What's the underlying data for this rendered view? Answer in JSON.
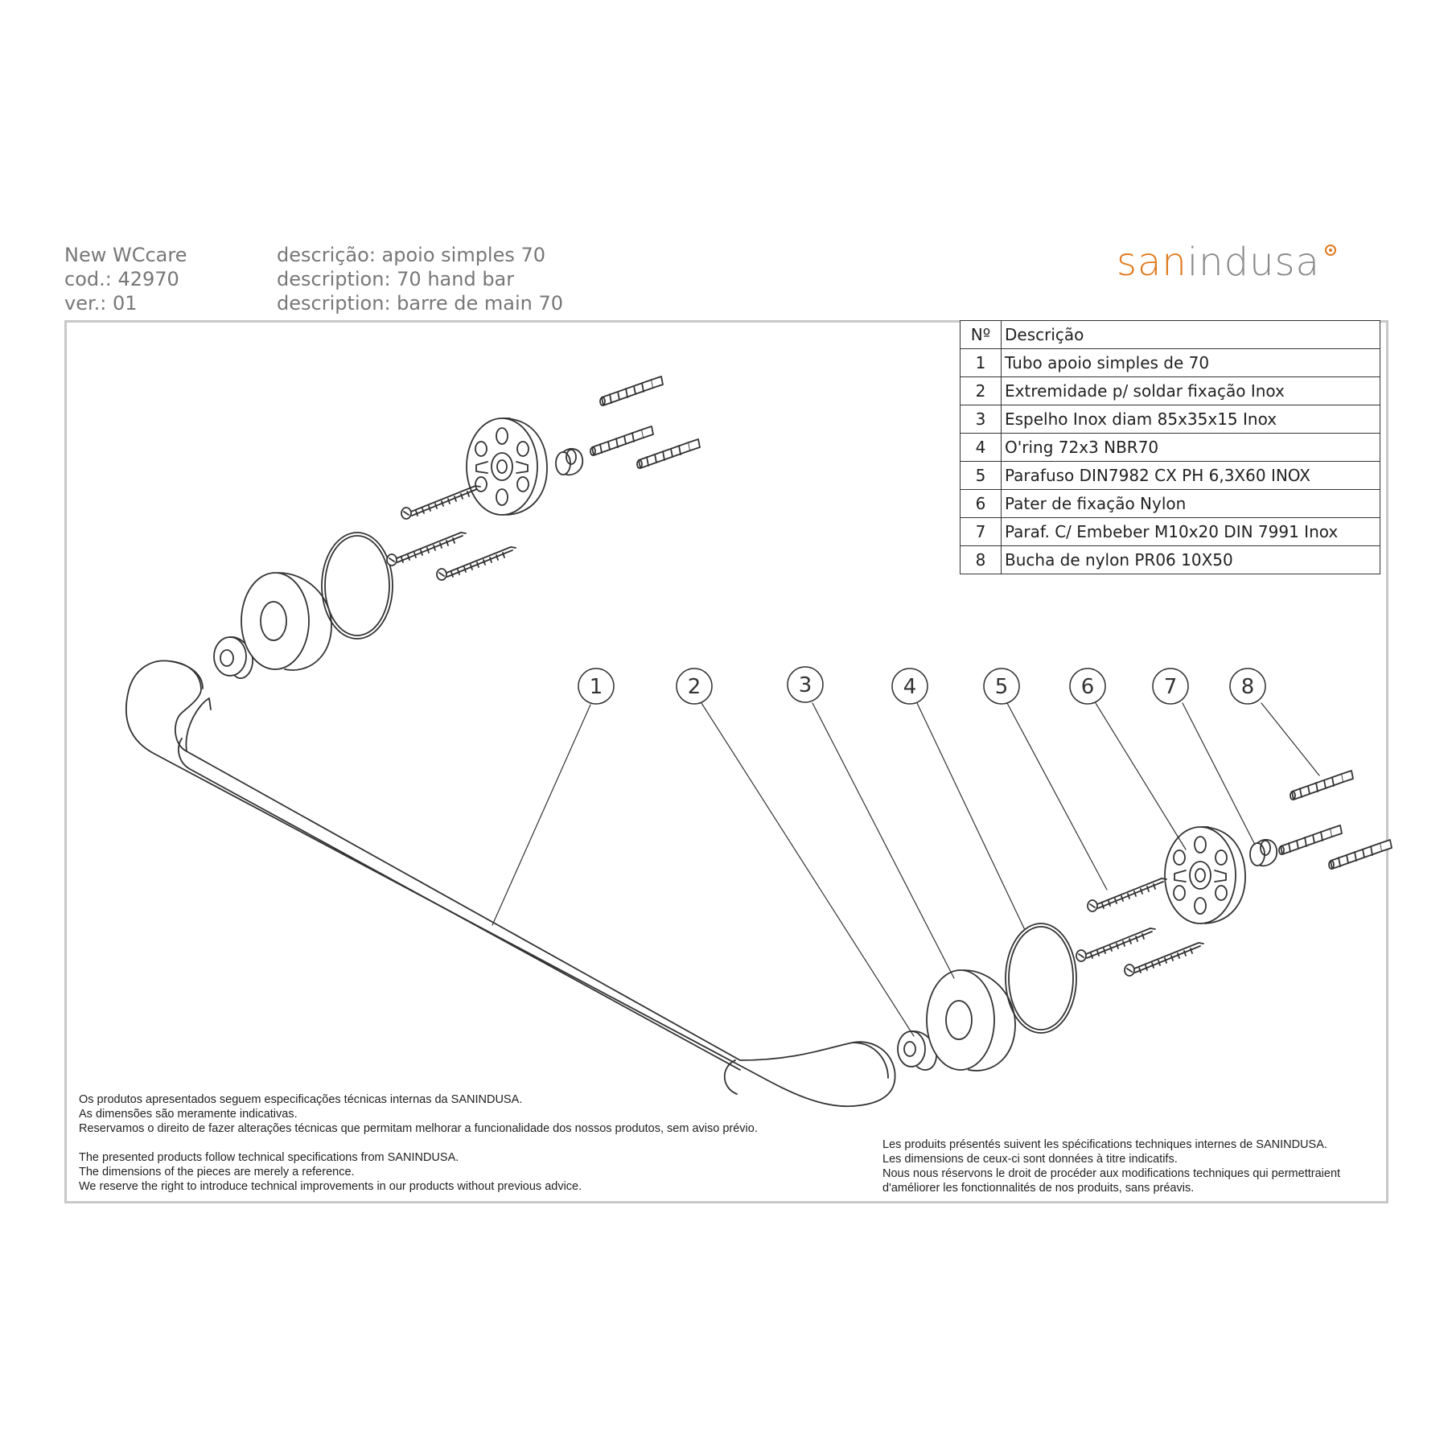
{
  "header": {
    "left": [
      "New WCcare",
      "cod.: 42970",
      "ver.: 01"
    ],
    "description": [
      "descrição: apoio simples 70",
      "description: 70 hand bar",
      "description: barre de main 70"
    ]
  },
  "logo": {
    "part1": "san",
    "part2": "indusa",
    "colors": {
      "san": "#e07a1e",
      "indusa": "#8a8a8a"
    }
  },
  "parts_table": {
    "headers": {
      "no": "Nº",
      "description": "Descrição"
    },
    "rows": [
      {
        "no": "1",
        "description": "Tubo apoio simples de 70"
      },
      {
        "no": "2",
        "description": "Extremidade p/ soldar fixação Inox"
      },
      {
        "no": "3",
        "description": "Espelho Inox diam 85x35x15 Inox"
      },
      {
        "no": "4",
        "description": "O'ring 72x3  NBR70"
      },
      {
        "no": "5",
        "description": "Parafuso DIN7982 CX PH 6,3X60 INOX"
      },
      {
        "no": "6",
        "description": "Pater de fixação Nylon"
      },
      {
        "no": "7",
        "description": "Paraf. C/ Embeber  M10x20 DIN 7991 Inox"
      },
      {
        "no": "8",
        "description": "Bucha de nylon PR06 10X50"
      }
    ]
  },
  "callouts": [
    "1",
    "2",
    "3",
    "4",
    "5",
    "6",
    "7",
    "8"
  ],
  "disclaimer_pt": [
    "Os produtos apresentados seguem especificações técnicas internas da SANINDUSA.",
    "As dimensões são meramente indicativas.",
    "Reservamos o direito de fazer alterações técnicas que permitam melhorar a funcionalidade dos nossos produtos, sem aviso prévio."
  ],
  "disclaimer_en": [
    "The presented products follow technical specifications from SANINDUSA.",
    "The dimensions of the pieces are merely a reference.",
    "We reserve the right to introduce technical improvements in our products without previous advice."
  ],
  "disclaimer_fr": [
    "Les produits présentés suivent les spécifications techniques internes de SANINDUSA.",
    "Les dimensions de ceux-ci sont données à titre indicatifs.",
    "Nous nous réservons le droit de procéder aux modifications techniques qui permettraient",
    "d'améliorer les fonctionnalités de nos produits, sans préavis."
  ]
}
